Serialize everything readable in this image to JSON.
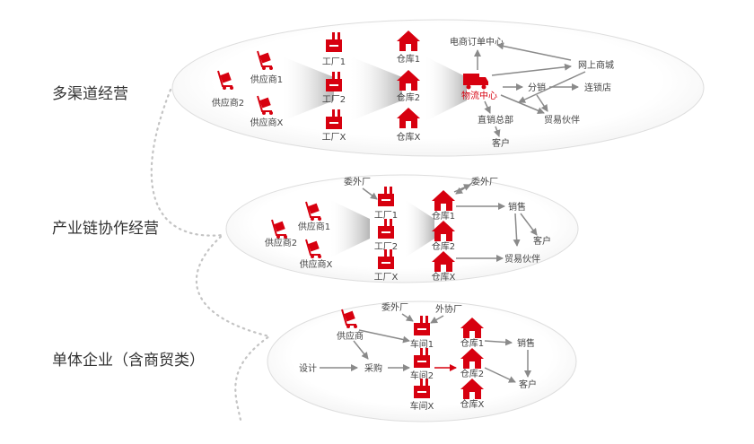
{
  "stages": [
    {
      "label": "多渠道经营",
      "suppliers": [
        "供应商2",
        "供应商1",
        "供应商X"
      ],
      "factories": [
        "工厂1",
        "工厂2",
        "工厂X"
      ],
      "warehouses": [
        "仓库1",
        "仓库2",
        "仓库X"
      ],
      "hub": "物流中心",
      "channels": [
        "电商订单中心",
        "网上商城",
        "分销",
        "连锁店",
        "贸易伙伴",
        "直销总部",
        "客户"
      ]
    },
    {
      "label": "产业链协作经营",
      "suppliers": [
        "供应商2",
        "供应商1",
        "供应商X"
      ],
      "outsource": [
        "委外厂",
        "委外厂"
      ],
      "factories": [
        "工厂1",
        "工厂2",
        "工厂X"
      ],
      "warehouses": [
        "仓库1",
        "仓库2",
        "仓库X"
      ],
      "channels": [
        "销售",
        "客户",
        "贸易伙伴"
      ]
    },
    {
      "label": "单体企业（含商贸类）",
      "supplier": "供应商",
      "design": "设计",
      "purchase": "采购",
      "outsource": [
        "委外厂",
        "外协厂"
      ],
      "workshops": [
        "车间1",
        "车间2",
        "车间X"
      ],
      "warehouses": [
        "仓库1",
        "仓库2",
        "仓库X"
      ],
      "channels": [
        "销售",
        "客户"
      ]
    }
  ],
  "colors": {
    "accent": "#d7000f",
    "arrow": "#8a8a8a",
    "text": "#444444",
    "ellipse_border": "#dddddd",
    "dots": "#c4c4c4"
  }
}
